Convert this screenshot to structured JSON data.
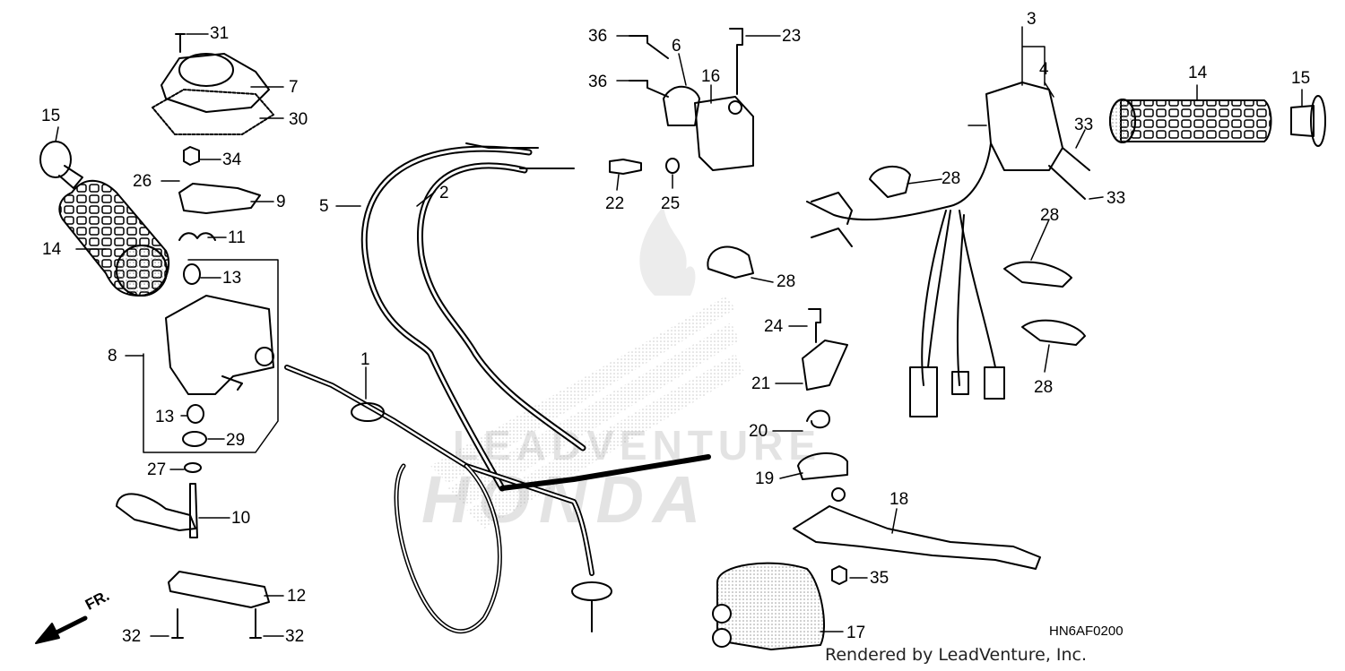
{
  "diagram": {
    "watermark_brand": "HONDA",
    "watermark_dealer": "LEADVENTURE",
    "reference_code": "HN6AF0200",
    "credit": "Rendered by LeadVenture, Inc.",
    "front_label": "FR.",
    "callouts": [
      "1",
      "2",
      "3",
      "4",
      "5",
      "6",
      "7",
      "8",
      "9",
      "10",
      "11",
      "12",
      "13",
      "14",
      "15",
      "16",
      "17",
      "18",
      "19",
      "20",
      "21",
      "22",
      "23",
      "24",
      "25",
      "26",
      "27",
      "28",
      "29",
      "30",
      "31",
      "32",
      "33",
      "34",
      "35",
      "36"
    ]
  }
}
